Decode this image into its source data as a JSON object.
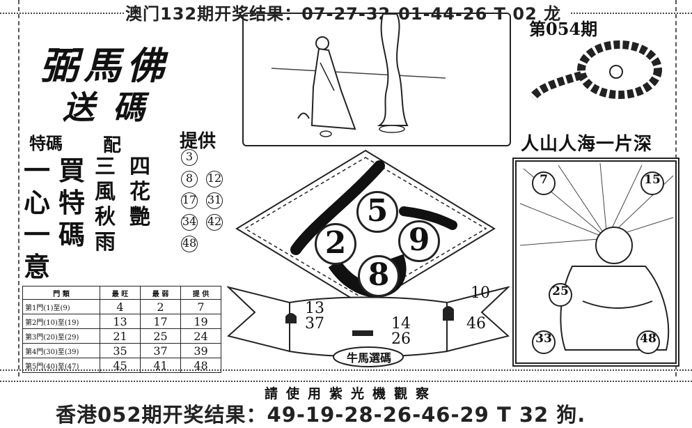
{
  "header": {
    "macau_result": "澳门132期开奖结果：07-27-32-01-44-26 T 02 龙",
    "issue": "第054期"
  },
  "left": {
    "brand_line1": "弼馬佛",
    "brand_line2": "送碼",
    "tema_label": "特碼",
    "pei_label": "配",
    "col1": [
      "一",
      "心",
      "一",
      "意"
    ],
    "col2": [
      "買",
      "特",
      "碼"
    ],
    "col3": [
      "三",
      "風",
      "秋",
      "雨"
    ],
    "col4": [
      "四",
      "花",
      "艷"
    ]
  },
  "provide": {
    "title": "提供",
    "numbers": [
      "3",
      "8",
      "12",
      "17",
      "31",
      "34",
      "42",
      "48"
    ]
  },
  "table": {
    "headers": [
      "門 類",
      "最 旺",
      "最 弱",
      "提 供"
    ],
    "rows": [
      {
        "label": "第1門(1)至(9)",
        "a": "4",
        "b": "2",
        "c": "7"
      },
      {
        "label": "第2門(10)至(19)",
        "a": "13",
        "b": "17",
        "c": "19"
      },
      {
        "label": "第3門(20)至(29)",
        "a": "21",
        "b": "25",
        "c": "24"
      },
      {
        "label": "第4門(30)至(39)",
        "a": "35",
        "b": "37",
        "c": "39"
      },
      {
        "label": "第5門(40)至(47)",
        "a": "45",
        "b": "41",
        "c": "48"
      }
    ]
  },
  "center": {
    "big_balls": [
      "5",
      "2",
      "9",
      "8"
    ],
    "ribbon_numbers": [
      "13",
      "37",
      "14",
      "26",
      "10",
      "46"
    ],
    "ribbon_caption": "牛馬選碼"
  },
  "right": {
    "slogan": "人山人海一片深",
    "buddha_balls": [
      "7",
      "15",
      "25",
      "33",
      "48"
    ]
  },
  "footer": {
    "machine_note": "請使用紫光機觀察",
    "hk_result": "香港052期开奖结果：49-19-28-26-46-29 T 32 狗."
  },
  "icons": [
    "lady-illustration",
    "tree-illustration",
    "bead-necklace",
    "buddha-illustration",
    "animal-icon"
  ]
}
